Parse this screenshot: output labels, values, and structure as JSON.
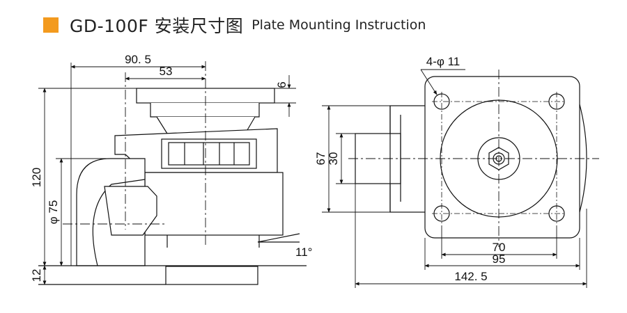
{
  "header": {
    "accent_color": "#f39a1e",
    "title": "GD-100F 安装尺寸图",
    "subtitle": "Plate Mounting Instruction"
  },
  "side_view": {
    "dim_width_total": "90. 5",
    "dim_width_inner": "53",
    "dim_plate_thickness": "6",
    "dim_height": "120",
    "dim_wheel_dia": "φ 75",
    "dim_pad": "12",
    "dim_angle": "11°"
  },
  "top_view": {
    "dim_holes": "4-φ 11",
    "dim_outer_height": "67",
    "dim_inner_height": "30",
    "dim_hole_spacing": "70",
    "dim_plate_width": "95",
    "dim_total_length": "142. 5"
  }
}
